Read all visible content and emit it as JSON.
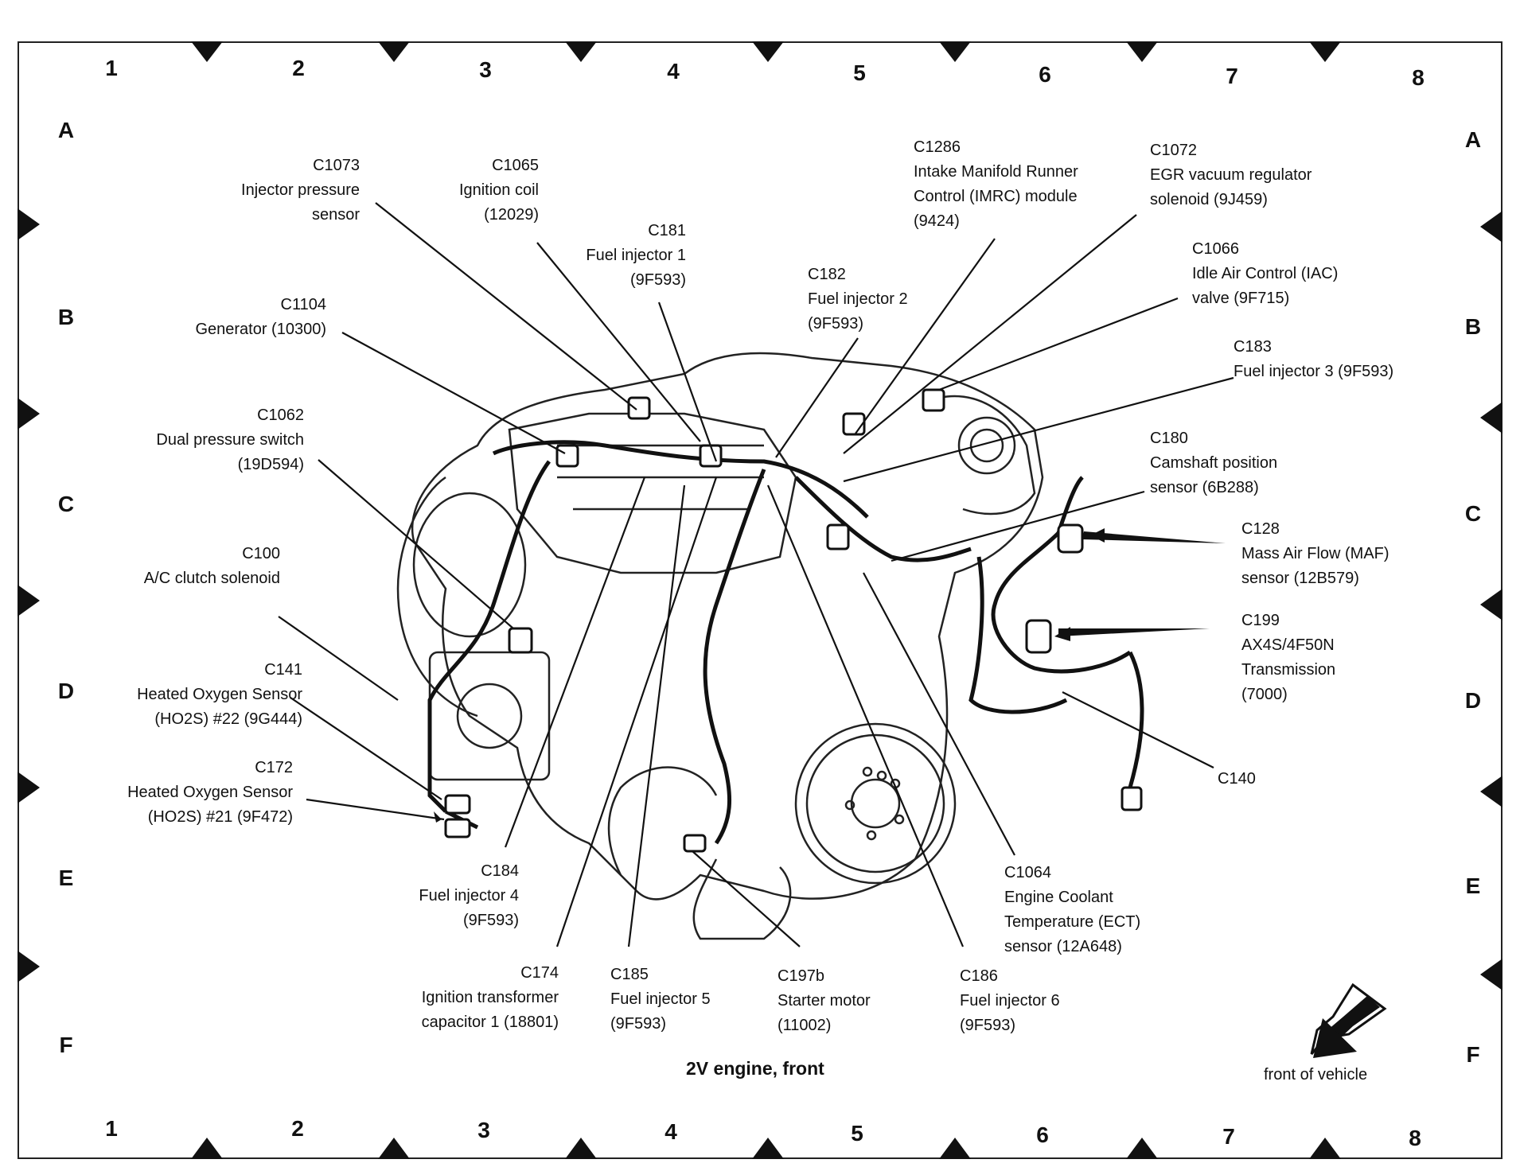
{
  "grid": {
    "columns": [
      "1",
      "2",
      "3",
      "4",
      "5",
      "6",
      "7",
      "8"
    ],
    "rows": [
      "A",
      "B",
      "C",
      "D",
      "E",
      "F"
    ]
  },
  "caption": "2V engine, front",
  "front_label": "front of vehicle",
  "callouts": [
    {
      "id": "C1073",
      "lines": [
        "C1073",
        "Injector pressure",
        "sensor"
      ]
    },
    {
      "id": "C1065",
      "lines": [
        "C1065",
        "Ignition coil",
        "(12029)"
      ]
    },
    {
      "id": "C181",
      "lines": [
        "C181",
        "Fuel injector 1",
        "(9F593)"
      ]
    },
    {
      "id": "C1286",
      "lines": [
        "C1286",
        "Intake Manifold Runner",
        "Control (IMRC) module",
        "(9424)"
      ]
    },
    {
      "id": "C1072",
      "lines": [
        "C1072",
        "EGR vacuum regulator",
        "solenoid (9J459)"
      ]
    },
    {
      "id": "C1066",
      "lines": [
        "C1066",
        "Idle Air Control (IAC)",
        "valve (9F715)"
      ]
    },
    {
      "id": "C182",
      "lines": [
        "C182",
        "Fuel injector 2",
        "(9F593)"
      ]
    },
    {
      "id": "C1104",
      "lines": [
        "C1104",
        "Generator (10300)"
      ]
    },
    {
      "id": "C183",
      "lines": [
        "C183",
        "Fuel injector 3 (9F593)"
      ]
    },
    {
      "id": "C1062",
      "lines": [
        "C1062",
        "Dual pressure switch",
        "(19D594)"
      ]
    },
    {
      "id": "C180",
      "lines": [
        "C180",
        "Camshaft position",
        "sensor (6B288)"
      ]
    },
    {
      "id": "C128",
      "lines": [
        "C128",
        "Mass Air Flow (MAF)",
        "sensor (12B579)"
      ]
    },
    {
      "id": "C100",
      "lines": [
        "C100",
        "A/C clutch solenoid"
      ]
    },
    {
      "id": "C199",
      "lines": [
        "C199",
        "AX4S/4F50N",
        "Transmission",
        "(7000)"
      ]
    },
    {
      "id": "C141",
      "lines": [
        "C141",
        "Heated Oxygen Sensor",
        "(HO2S) #22 (9G444)"
      ]
    },
    {
      "id": "C140",
      "lines": [
        "C140"
      ]
    },
    {
      "id": "C172",
      "lines": [
        "C172",
        "Heated Oxygen Sensor",
        "(HO2S) #21 (9F472)"
      ]
    },
    {
      "id": "C184",
      "lines": [
        "C184",
        "Fuel injector 4",
        "(9F593)"
      ]
    },
    {
      "id": "C1064",
      "lines": [
        "C1064",
        "Engine Coolant",
        "Temperature (ECT)",
        "sensor (12A648)"
      ]
    },
    {
      "id": "C174",
      "lines": [
        "C174",
        "Ignition transformer",
        "capacitor 1 (18801)"
      ]
    },
    {
      "id": "C185",
      "lines": [
        "C185",
        "Fuel injector 5",
        "(9F593)"
      ]
    },
    {
      "id": "C197b",
      "lines": [
        "C197b",
        "Starter motor",
        "(11002)"
      ]
    },
    {
      "id": "C186",
      "lines": [
        "C186",
        "Fuel injector 6",
        "(9F593)"
      ]
    }
  ]
}
